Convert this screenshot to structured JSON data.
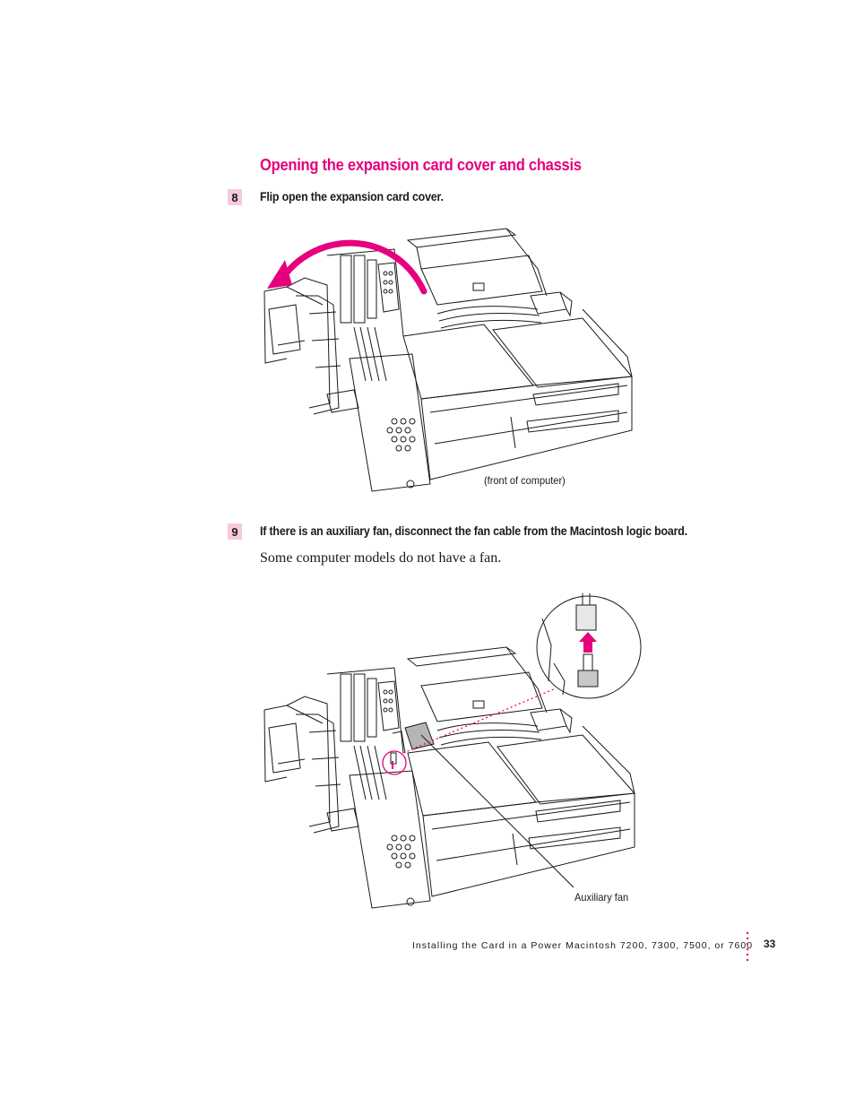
{
  "section": {
    "title": "Opening the expansion card cover and chassis"
  },
  "steps": [
    {
      "number": "8",
      "text": "Flip open the expansion card cover."
    },
    {
      "number": "9",
      "text": "If there is an auxiliary fan, disconnect the fan cable from the Macintosh logic board.",
      "note": "Some computer models do not have a fan."
    }
  ],
  "figures": {
    "figure1": {
      "caption": "(front of computer)"
    },
    "figure2": {
      "caption": "Auxiliary fan"
    }
  },
  "footer": {
    "running_title": "Installing the Card in a Power Macintosh 7200, 7300, 7500, or 7600",
    "page_number": "33"
  },
  "colors": {
    "accent": "#e6007e",
    "step_badge": "#f7c9dd",
    "line": "#1a1a1a"
  }
}
